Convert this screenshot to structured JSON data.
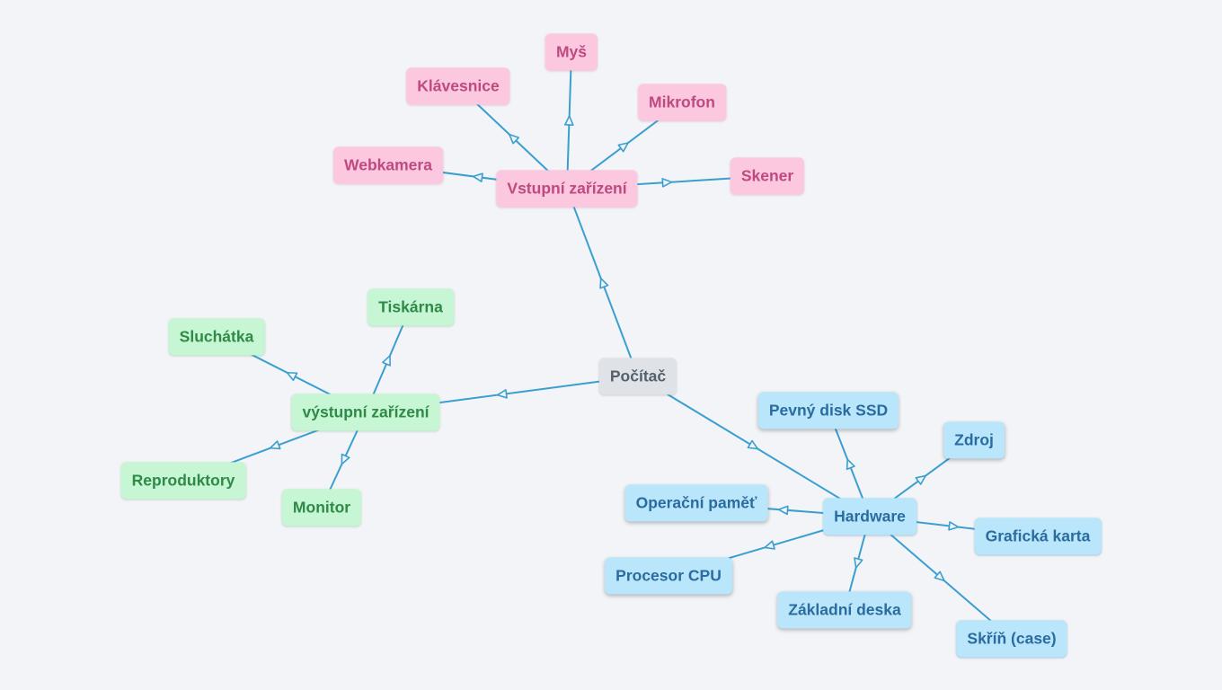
{
  "diagram": {
    "edge_color": "#3a9fd0",
    "background": "#f2f4f7",
    "root": {
      "id": "pocitac",
      "label": "Počítač",
      "theme": "gray"
    },
    "branches": [
      {
        "id": "vstupni",
        "label": "Vstupní zařízení",
        "theme": "pink",
        "children": [
          {
            "id": "mys",
            "label": "Myš"
          },
          {
            "id": "klavesnice",
            "label": "Klávesnice"
          },
          {
            "id": "mikrofon",
            "label": "Mikrofon"
          },
          {
            "id": "webkamera",
            "label": "Webkamera"
          },
          {
            "id": "skener",
            "label": "Skener"
          }
        ]
      },
      {
        "id": "vystupni",
        "label": "výstupní zařízení",
        "theme": "green",
        "children": [
          {
            "id": "tiskarna",
            "label": "Tiskárna"
          },
          {
            "id": "sluchatka",
            "label": "Sluchátka"
          },
          {
            "id": "reproduktory",
            "label": "Reproduktory"
          },
          {
            "id": "monitor",
            "label": "Monitor"
          }
        ]
      },
      {
        "id": "hardware",
        "label": "Hardware",
        "theme": "blue",
        "children": [
          {
            "id": "pevny-disk",
            "label": "Pevný disk SSD"
          },
          {
            "id": "zdroj",
            "label": "Zdroj"
          },
          {
            "id": "operacni-pamet",
            "label": "Operační paměť"
          },
          {
            "id": "graficka-karta",
            "label": "Grafická karta"
          },
          {
            "id": "procesor",
            "label": "Procesor CPU"
          },
          {
            "id": "zakladni-deska",
            "label": "Základní deska"
          },
          {
            "id": "skrin",
            "label": "Skříň (case)"
          }
        ]
      }
    ]
  }
}
